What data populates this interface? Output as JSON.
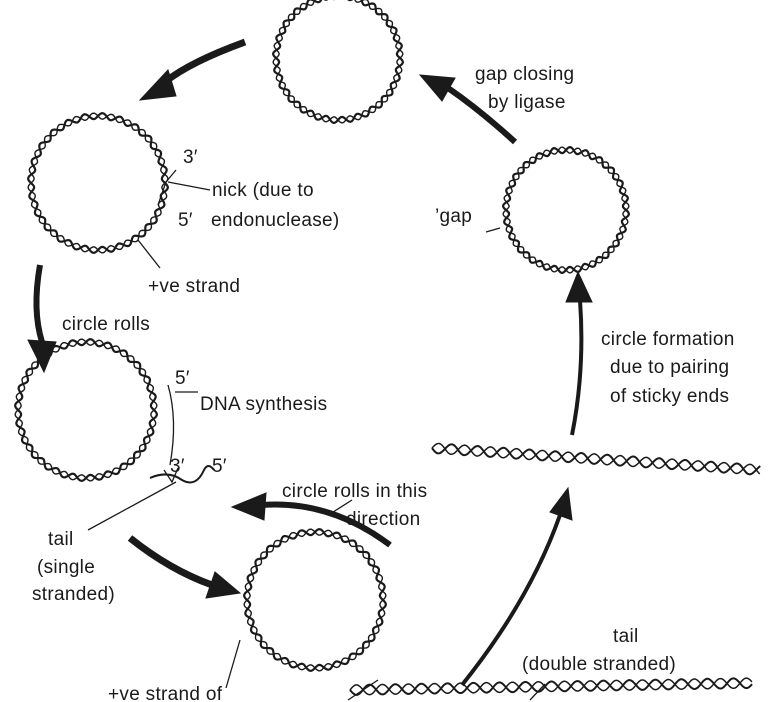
{
  "diagram": {
    "labels": {
      "gap_closing": [
        "gap closing",
        "by ligase"
      ],
      "three_prime_top": "3′",
      "nick": [
        "nick (due to",
        "endonuclease)"
      ],
      "five_prime_top": "5′",
      "plus_ve_strand": "+ve strand",
      "circle_rolls": "circle rolls",
      "gap": "’gap",
      "circle_formation": [
        "circle formation",
        "due to pairing",
        "of sticky ends"
      ],
      "five_prime_mid": "5′",
      "dna_synthesis": "DNA synthesis",
      "three_prime_mid": "3′",
      "five_prime_tail": "5′",
      "circle_rolls_direction": [
        "circle rolls in this",
        "direction"
      ],
      "tail_single": [
        "tail",
        "(single",
        "stranded)"
      ],
      "tail_double": [
        "tail",
        "(double stranded)"
      ],
      "plus_ve_strand_bottom": "+ve strand of"
    },
    "colors": {
      "ink": "#1a1a1a",
      "background": "#ffffff"
    }
  }
}
